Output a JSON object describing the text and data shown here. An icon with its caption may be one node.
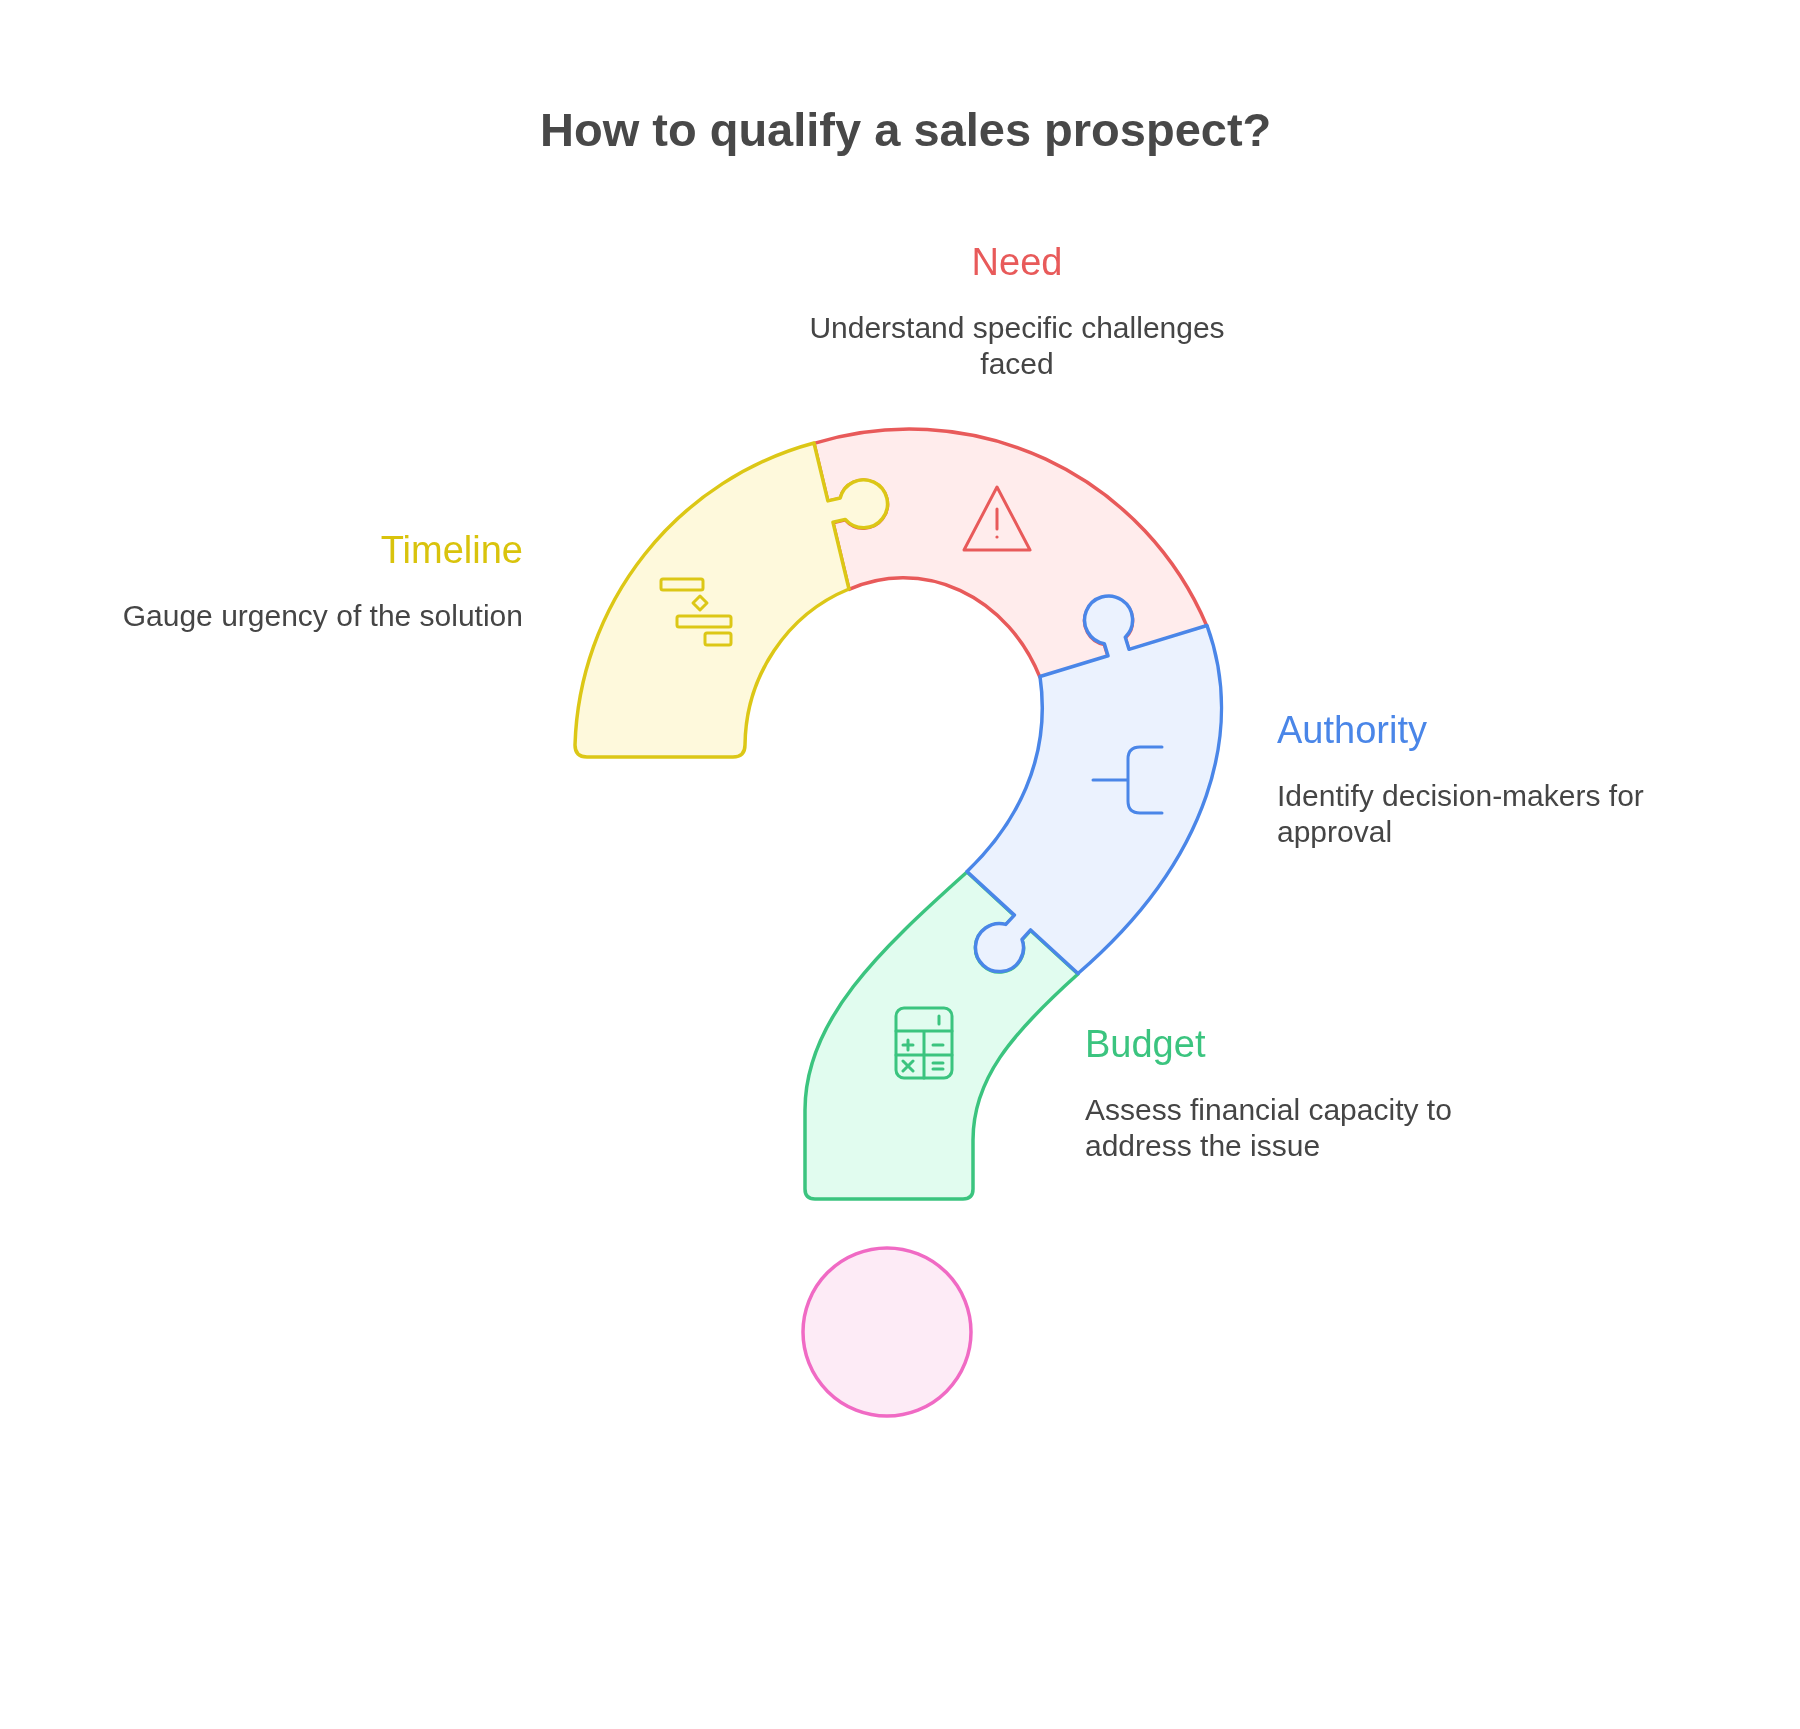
{
  "diagram": {
    "title": "How to qualify a sales prospect?",
    "nodes": [
      {
        "text": [
          "Need",
          "Understand specific challenges faced"
        ]
      },
      {
        "text": [
          "Timeline",
          "Gauge urgency of the solution"
        ]
      },
      {
        "text": [
          "Authority",
          "Identify decision-makers for approval"
        ]
      },
      {
        "text": [
          "Budget",
          "Assess financial capacity to address the issue"
        ]
      },
      {
        "text": [],
        "shape": "circle"
      }
    ]
  }
}
